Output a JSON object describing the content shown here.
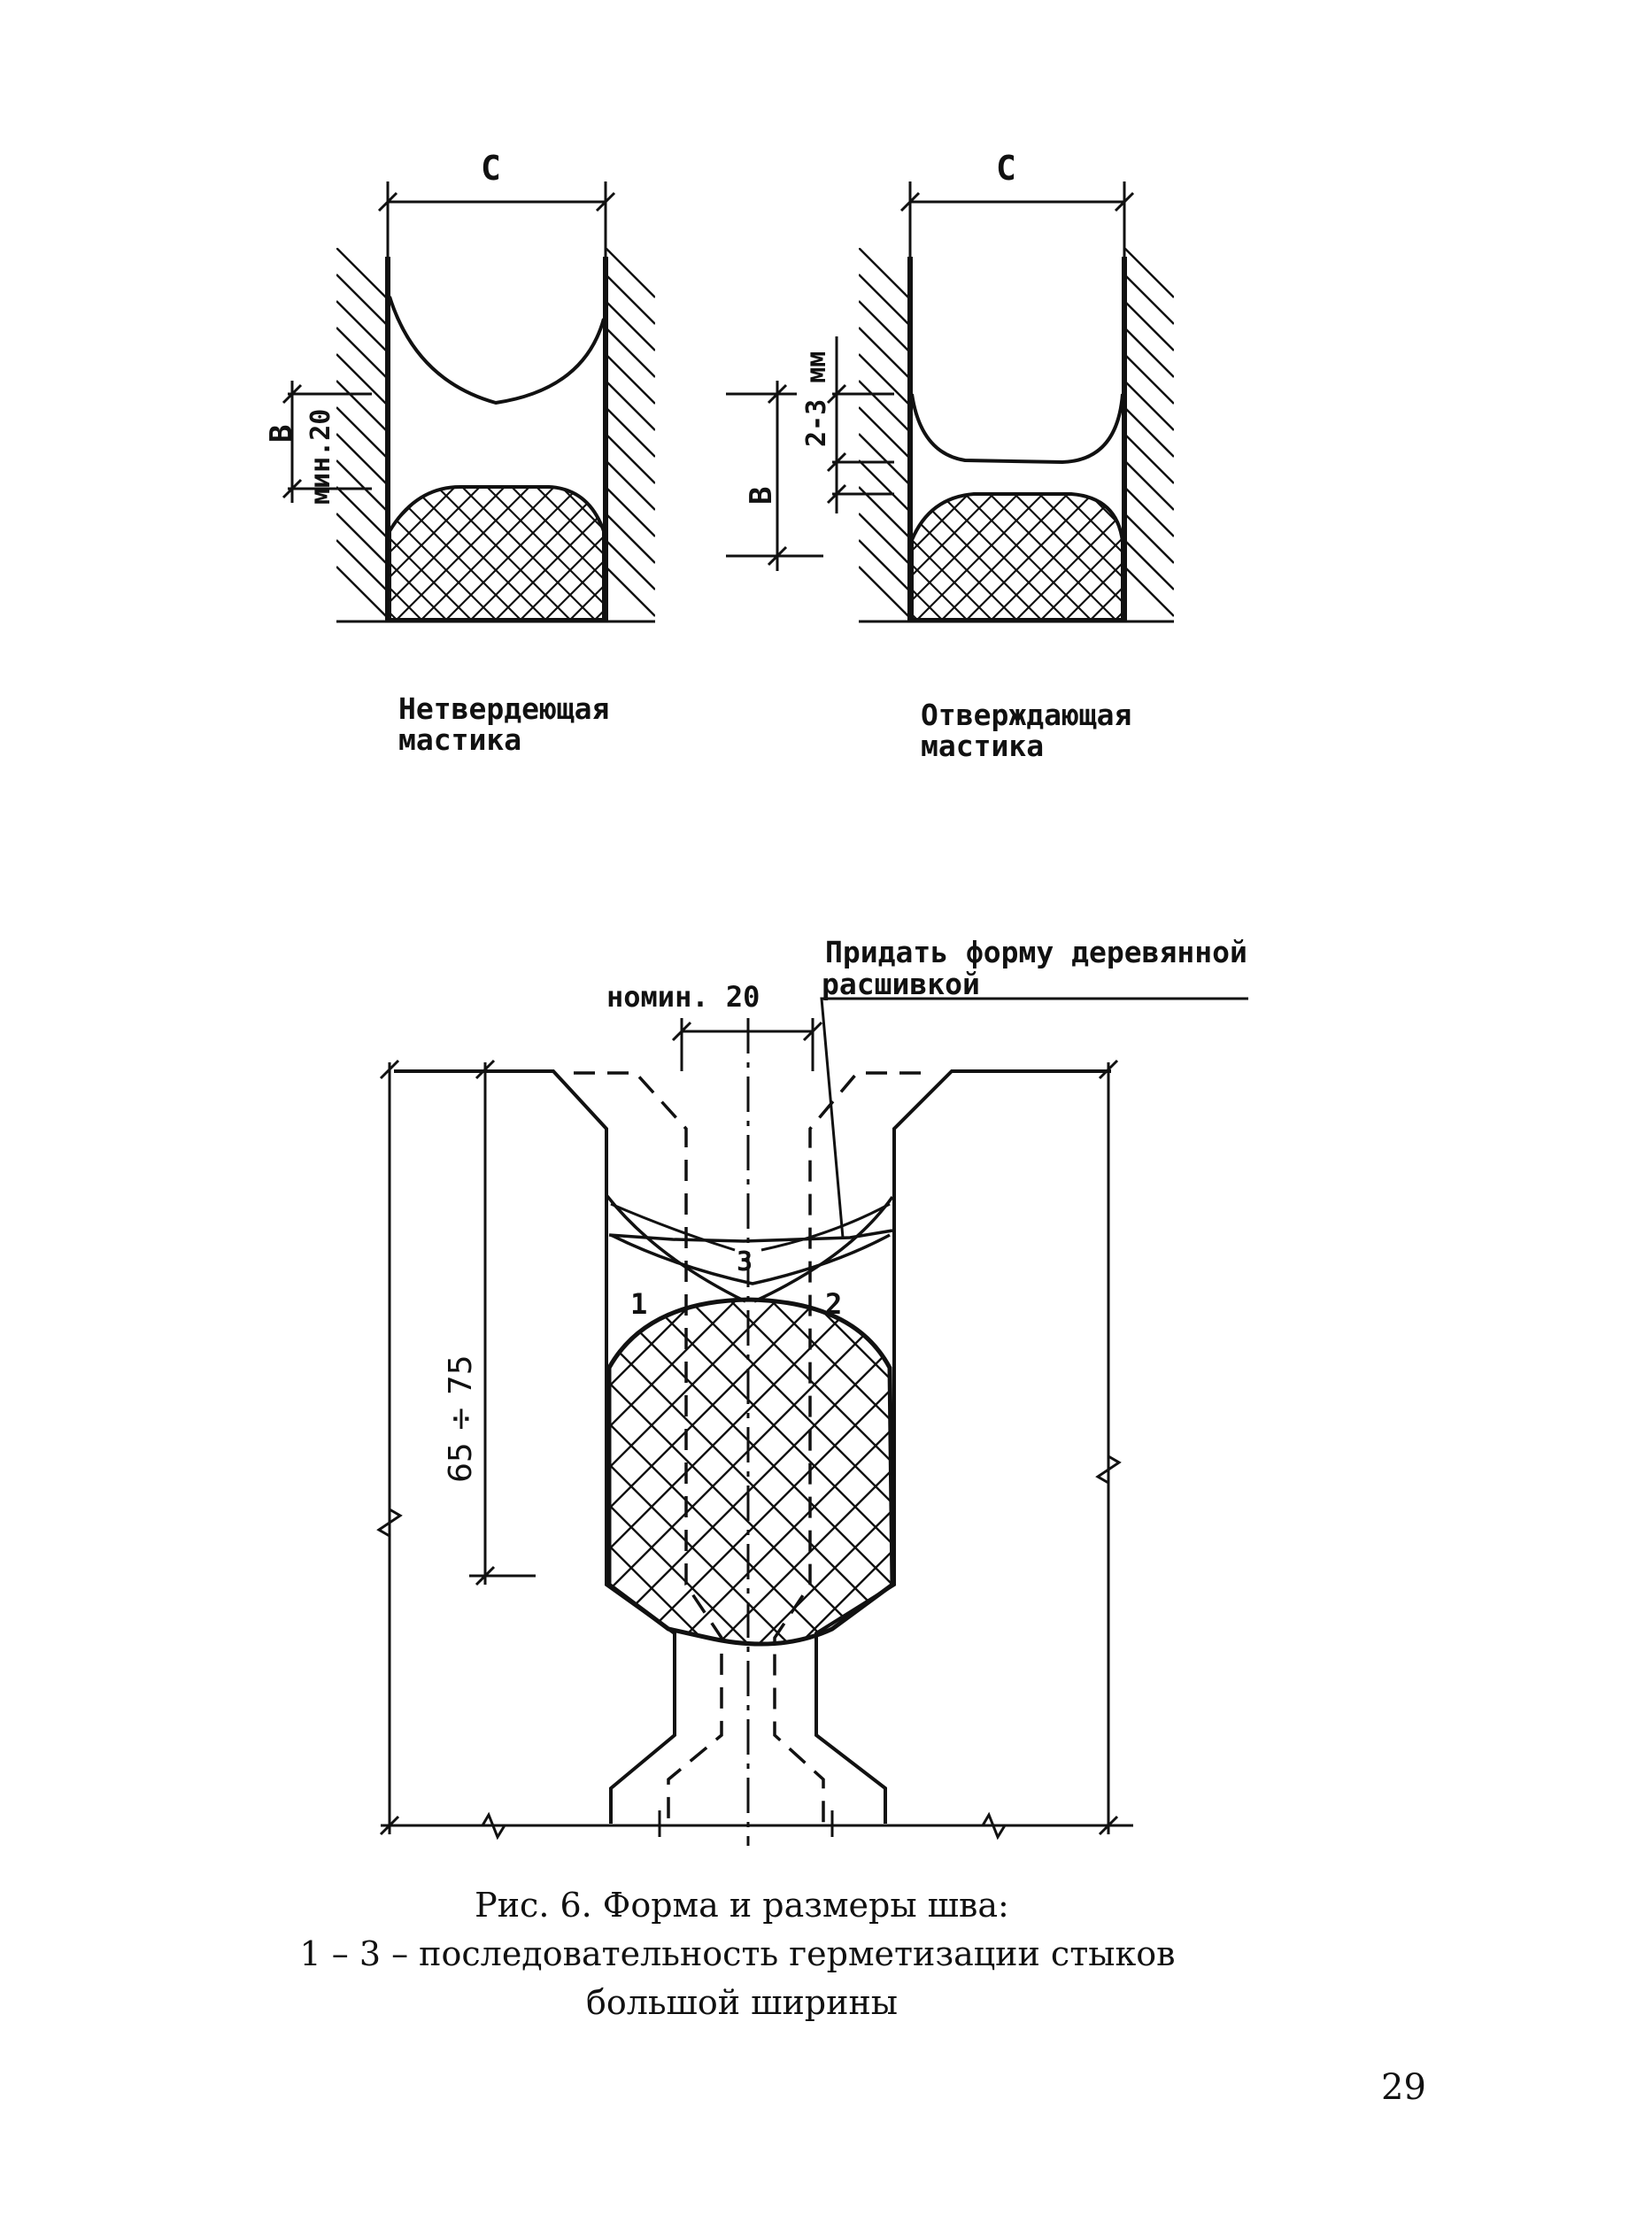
{
  "fig_a": {
    "dim_c": "C",
    "dim_b": "B",
    "dim_min": "мин.20",
    "label_line1": "Нетвердеющая",
    "label_line2": "мастика"
  },
  "fig_b": {
    "dim_c": "C",
    "dim_b": "B",
    "dim_gap": "2-3 мм",
    "label_line1": "Отверждающая",
    "label_line2": "мастика"
  },
  "fig_main": {
    "note_line1": "Придать форму деревянной",
    "note_line2": "расшивкой",
    "dim_nom": "номин. 20",
    "dim_depth": "65 ÷ 75",
    "seq1": "1",
    "seq2": "2",
    "seq3": "3"
  },
  "caption": {
    "line1": "Рис. 6. Форма и размеры шва:",
    "line2": "1 – 3 – последовательность герметизации стыков",
    "line3": "большой ширины"
  },
  "page_number": "29"
}
